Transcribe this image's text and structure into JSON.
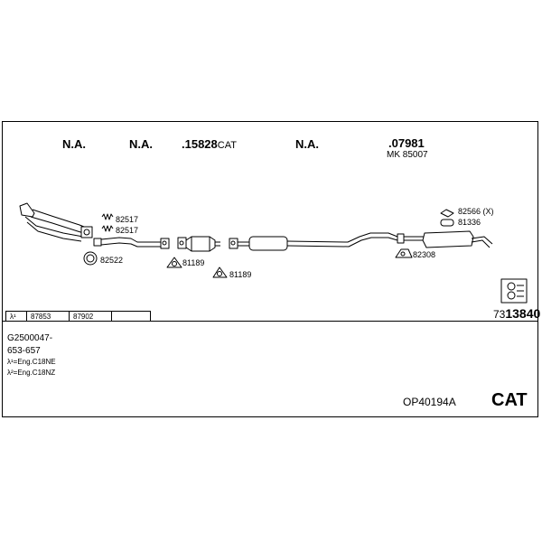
{
  "headers": {
    "na1": "N.A.",
    "na2": "N.A.",
    "part_15828_prefix": ".15828",
    "part_15828_suffix": "CAT",
    "na3": "N.A.",
    "part_07981": ".07981",
    "mk": "MK 85007"
  },
  "labels": {
    "l82517a": "82517",
    "l82517b": "82517",
    "l82522": "82522",
    "l81189a": "81189",
    "l81189b": "81189",
    "l82566": "82566 (X)",
    "l81336": "81336",
    "l82308": "82308"
  },
  "lambda_row": {
    "symbol": "λ¹",
    "cells": [
      "87853",
      "87902",
      ""
    ]
  },
  "diagram_code": {
    "prefix": "73",
    "main": "13840"
  },
  "notes": {
    "line1": "G2500047-",
    "line2": "653-657",
    "line3": "λ¹=Eng.C18NE",
    "line4": "λ²=Eng.C18NZ"
  },
  "footer": {
    "kit": "OP40194A",
    "cat": "CAT"
  }
}
